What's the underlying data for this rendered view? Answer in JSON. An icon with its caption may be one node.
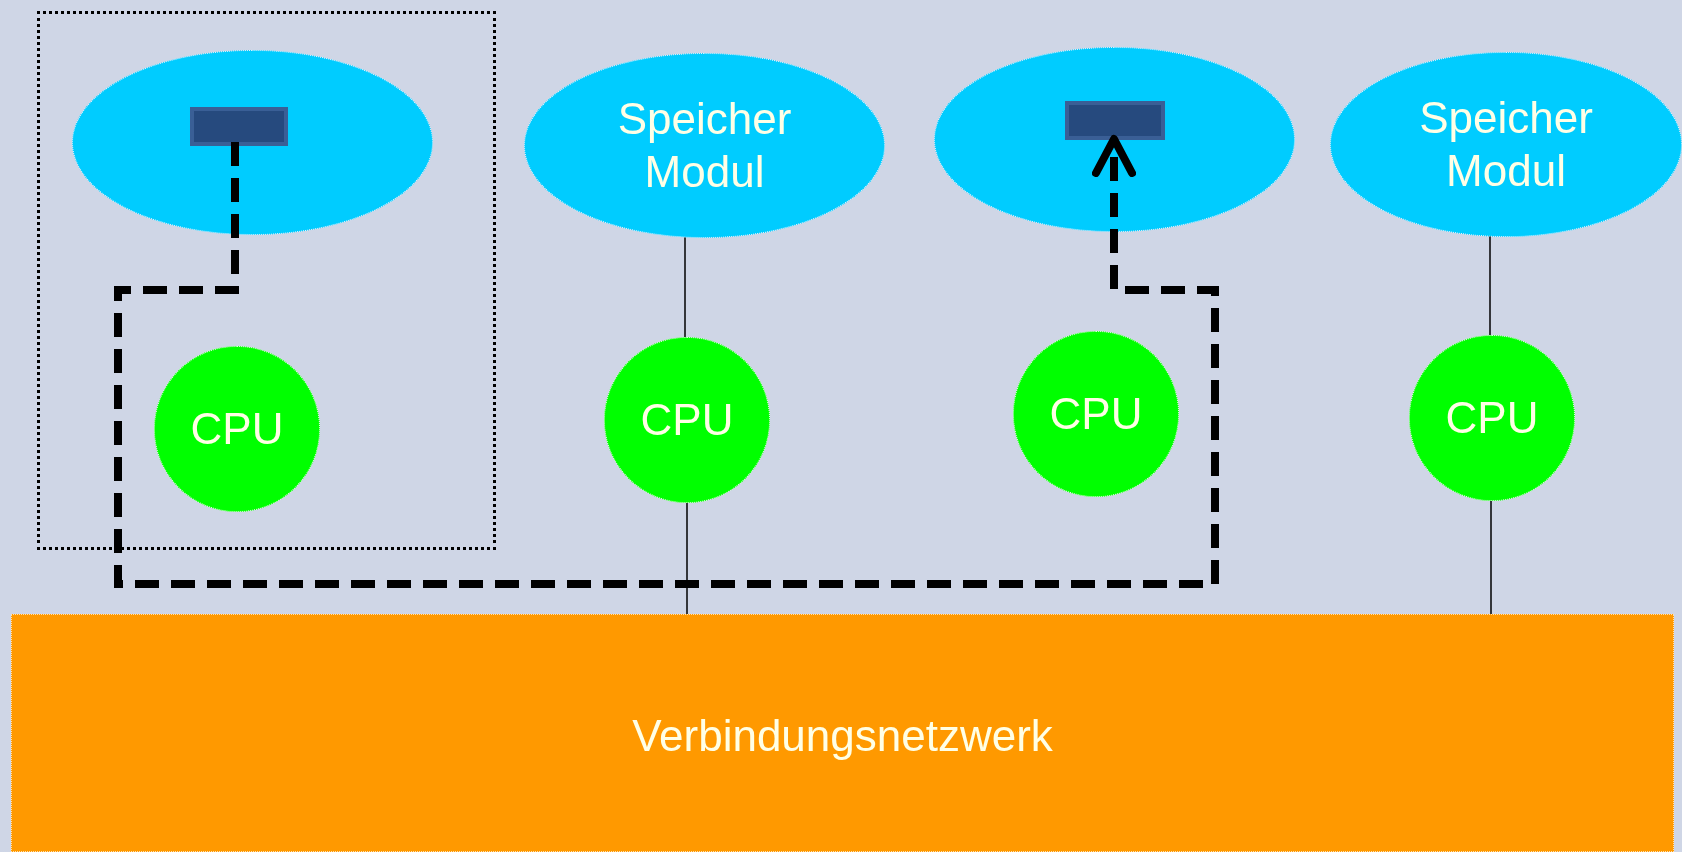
{
  "diagram": {
    "nodes": [
      {
        "text": [],
        "shape": "box"
      },
      {
        "text": [],
        "shape": "ellipse",
        "in": 0
      },
      {
        "text": [],
        "shape": "box",
        "in": 1
      },
      {
        "text": [
          "CPU"
        ],
        "in": 0
      },
      {
        "text": [
          "Speicher Modul"
        ]
      },
      {
        "text": [
          "CPU"
        ]
      },
      {
        "text": [],
        "shape": "ellipse"
      },
      {
        "text": [],
        "shape": "box",
        "in": 6
      },
      {
        "text": [
          "CPU"
        ]
      },
      {
        "text": [
          "Speicher Modul"
        ]
      },
      {
        "text": [
          "CPU"
        ]
      },
      {
        "text": [
          "Verbindungsnetzwerk"
        ]
      }
    ],
    "edges": [
      {
        "from": 4,
        "to": 5,
        "arrow": "none"
      },
      {
        "from": 5,
        "to": 11,
        "arrow": "none"
      },
      {
        "from": 9,
        "to": 10,
        "arrow": "none"
      },
      {
        "from": 10,
        "to": 11,
        "arrow": "none"
      },
      {
        "from": 2,
        "to": 7,
        "arrow": "to",
        "style": "dashed"
      }
    ]
  }
}
